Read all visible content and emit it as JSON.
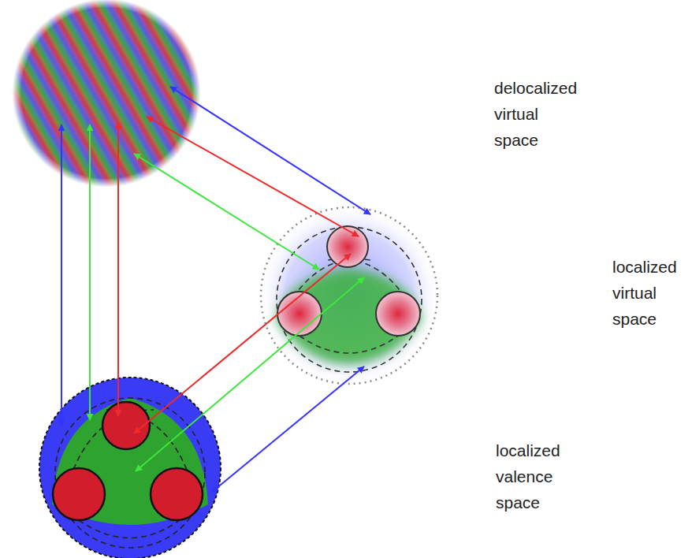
{
  "diagram": {
    "nodes": [
      {
        "text": [
          "delocalized virtual space"
        ]
      },
      {
        "text": [
          "localized virtual space"
        ]
      },
      {
        "text": [
          "localized valence space"
        ]
      }
    ],
    "edges": [
      {
        "from": 0,
        "to": 2,
        "arrow": "both"
      },
      {
        "from": 0,
        "to": 2,
        "arrow": "both"
      },
      {
        "from": 0,
        "to": 2,
        "arrow": "both"
      },
      {
        "from": 0,
        "to": 1,
        "arrow": "both"
      },
      {
        "from": 0,
        "to": 1,
        "arrow": "both"
      },
      {
        "from": 0,
        "to": 1,
        "arrow": "both"
      },
      {
        "from": 1,
        "to": 2,
        "arrow": "both"
      },
      {
        "from": 1,
        "to": 2,
        "arrow": "both"
      },
      {
        "from": 1,
        "to": 2,
        "arrow": "both"
      }
    ]
  }
}
